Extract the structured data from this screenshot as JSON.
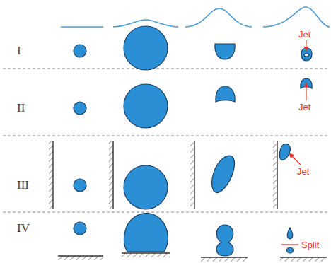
{
  "diagram": {
    "labels": [
      "I",
      "Jet",
      "II",
      "Jet",
      "III",
      "Jet",
      "IV",
      "Split"
    ]
  }
}
